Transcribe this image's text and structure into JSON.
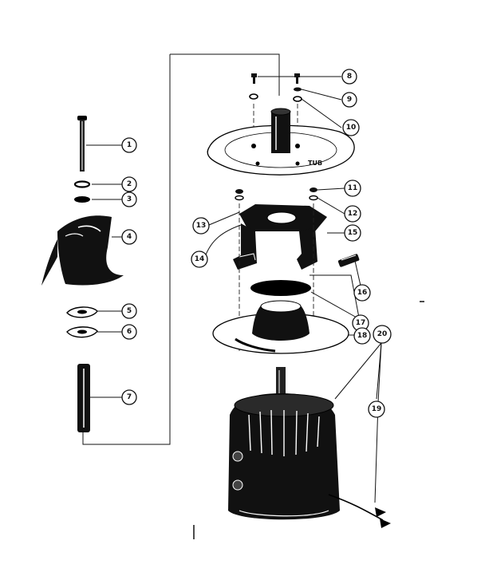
{
  "diagram": {
    "tub_label": "TUB",
    "callouts": [
      {
        "label": "1"
      },
      {
        "label": "2"
      },
      {
        "label": "3"
      },
      {
        "label": "4"
      },
      {
        "label": "5"
      },
      {
        "label": "6"
      },
      {
        "label": "7"
      },
      {
        "label": "8"
      },
      {
        "label": "9"
      },
      {
        "label": "10"
      },
      {
        "label": "11"
      },
      {
        "label": "12"
      },
      {
        "label": "13"
      },
      {
        "label": "14"
      },
      {
        "label": "15"
      },
      {
        "label": "16"
      },
      {
        "label": "17"
      },
      {
        "label": "18"
      },
      {
        "label": "19"
      },
      {
        "label": "20"
      }
    ]
  }
}
